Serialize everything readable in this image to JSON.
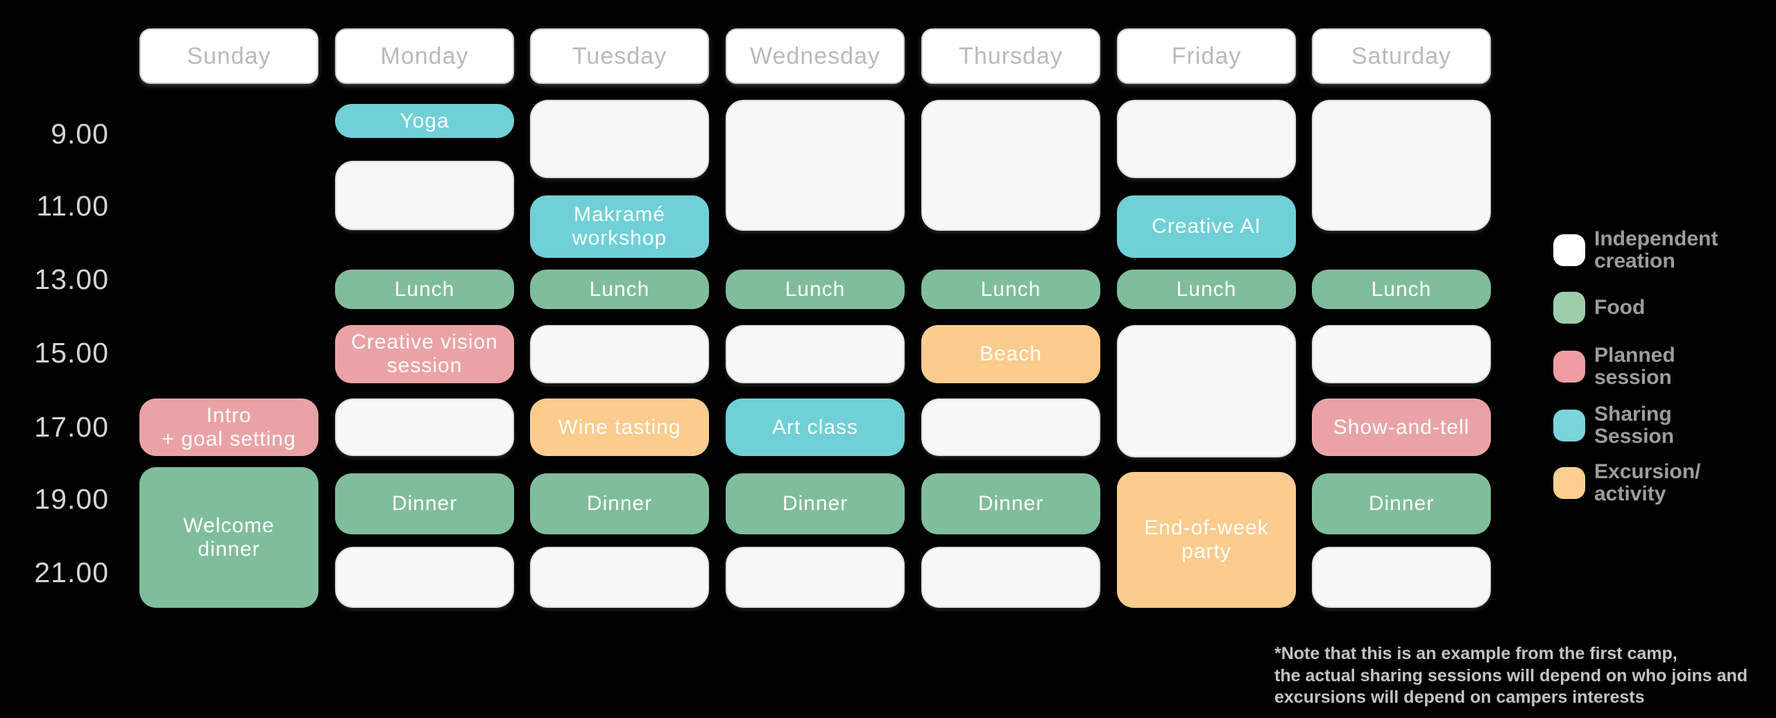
{
  "days": [
    "Sunday",
    "Monday",
    "Tuesday",
    "Wednesday",
    "Thursday",
    "Friday",
    "Saturday"
  ],
  "times": [
    "9.00",
    "11.00",
    "13.00",
    "15.00",
    "17.00",
    "19.00",
    "21.00"
  ],
  "event_colors": {
    "independent": "#f7f7f7",
    "food": "#80bd9b",
    "planned": "#eaa3a4",
    "sharing": "#6fd0d7",
    "excursion": "#fbcc8d"
  },
  "events": [
    {
      "day": "Sunday",
      "time": "17.00",
      "span": 1,
      "category": "planned",
      "label": "Intro\n+ goal setting"
    },
    {
      "day": "Sunday",
      "time": "19.00",
      "span": 2,
      "category": "food",
      "label": "Welcome\ndinner"
    },
    {
      "day": "Monday",
      "time": "9.00",
      "span": 1,
      "category": "sharing",
      "label": "Yoga",
      "short": true
    },
    {
      "day": "Monday",
      "time": "11.00",
      "span": 1,
      "category": "independent",
      "label": ""
    },
    {
      "day": "Monday",
      "time": "13.00",
      "span": 1,
      "category": "food",
      "label": "Lunch"
    },
    {
      "day": "Monday",
      "time": "15.00",
      "span": 1,
      "category": "planned",
      "label": "Creative vision\nsession"
    },
    {
      "day": "Monday",
      "time": "17.00",
      "span": 1,
      "category": "independent",
      "label": ""
    },
    {
      "day": "Monday",
      "time": "19.00",
      "span": 1,
      "category": "food",
      "label": "Dinner"
    },
    {
      "day": "Monday",
      "time": "21.00",
      "span": 1,
      "category": "independent",
      "label": ""
    },
    {
      "day": "Tuesday",
      "time": "9.00",
      "span": 1,
      "category": "independent",
      "label": ""
    },
    {
      "day": "Tuesday",
      "time": "11.00",
      "span": 1,
      "category": "sharing",
      "label": "Makramé\nworkshop"
    },
    {
      "day": "Tuesday",
      "time": "13.00",
      "span": 1,
      "category": "food",
      "label": "Lunch"
    },
    {
      "day": "Tuesday",
      "time": "15.00",
      "span": 1,
      "category": "independent",
      "label": ""
    },
    {
      "day": "Tuesday",
      "time": "17.00",
      "span": 1,
      "category": "excursion",
      "label": "Wine tasting"
    },
    {
      "day": "Tuesday",
      "time": "19.00",
      "span": 1,
      "category": "food",
      "label": "Dinner"
    },
    {
      "day": "Tuesday",
      "time": "21.00",
      "span": 1,
      "category": "independent",
      "label": ""
    },
    {
      "day": "Wednesday",
      "time": "9.00",
      "span": 2,
      "category": "independent",
      "label": ""
    },
    {
      "day": "Wednesday",
      "time": "13.00",
      "span": 1,
      "category": "food",
      "label": "Lunch"
    },
    {
      "day": "Wednesday",
      "time": "15.00",
      "span": 1,
      "category": "independent",
      "label": ""
    },
    {
      "day": "Wednesday",
      "time": "17.00",
      "span": 1,
      "category": "sharing",
      "label": "Art class"
    },
    {
      "day": "Wednesday",
      "time": "19.00",
      "span": 1,
      "category": "food",
      "label": "Dinner"
    },
    {
      "day": "Wednesday",
      "time": "21.00",
      "span": 1,
      "category": "independent",
      "label": ""
    },
    {
      "day": "Thursday",
      "time": "9.00",
      "span": 2,
      "category": "independent",
      "label": ""
    },
    {
      "day": "Thursday",
      "time": "13.00",
      "span": 1,
      "category": "food",
      "label": "Lunch"
    },
    {
      "day": "Thursday",
      "time": "15.00",
      "span": 1,
      "category": "excursion",
      "label": "Beach"
    },
    {
      "day": "Thursday",
      "time": "17.00",
      "span": 1,
      "category": "independent",
      "label": ""
    },
    {
      "day": "Thursday",
      "time": "19.00",
      "span": 1,
      "category": "food",
      "label": "Dinner"
    },
    {
      "day": "Thursday",
      "time": "21.00",
      "span": 1,
      "category": "independent",
      "label": ""
    },
    {
      "day": "Friday",
      "time": "9.00",
      "span": 1,
      "category": "independent",
      "label": ""
    },
    {
      "day": "Friday",
      "time": "11.00",
      "span": 1,
      "category": "sharing",
      "label": "Creative AI"
    },
    {
      "day": "Friday",
      "time": "13.00",
      "span": 1,
      "category": "food",
      "label": "Lunch"
    },
    {
      "day": "Friday",
      "time": "15.00",
      "span": 2,
      "category": "independent",
      "label": ""
    },
    {
      "day": "Friday",
      "time": "19.00",
      "span": 2,
      "category": "excursion",
      "label": "End-of-week\nparty"
    },
    {
      "day": "Saturday",
      "time": "9.00",
      "span": 2,
      "category": "independent",
      "label": ""
    },
    {
      "day": "Saturday",
      "time": "13.00",
      "span": 1,
      "category": "food",
      "label": "Lunch"
    },
    {
      "day": "Saturday",
      "time": "15.00",
      "span": 1,
      "category": "independent",
      "label": ""
    },
    {
      "day": "Saturday",
      "time": "17.00",
      "span": 1,
      "category": "planned",
      "label": "Show-and-tell"
    },
    {
      "day": "Saturday",
      "time": "19.00",
      "span": 1,
      "category": "food",
      "label": "Dinner"
    },
    {
      "day": "Saturday",
      "time": "21.00",
      "span": 1,
      "category": "independent",
      "label": ""
    }
  ],
  "legend": [
    {
      "id": "independent",
      "label": "Independent\ncreation",
      "color": "#ffffff"
    },
    {
      "id": "food",
      "label": "Food",
      "color": "#9bcfab"
    },
    {
      "id": "planned",
      "label": "Planned\nsession",
      "color": "#ee9ea1"
    },
    {
      "id": "sharing",
      "label": "Sharing\nSession",
      "color": "#7ad5da"
    },
    {
      "id": "excursion",
      "label": "Excursion/\nactivity",
      "color": "#fccf91"
    }
  ],
  "note": {
    "lines": [
      "*Note that this is an example from the first camp,",
      "the actual sharing sessions will depend on who joins and",
      "excursions will depend on campers interests"
    ]
  }
}
